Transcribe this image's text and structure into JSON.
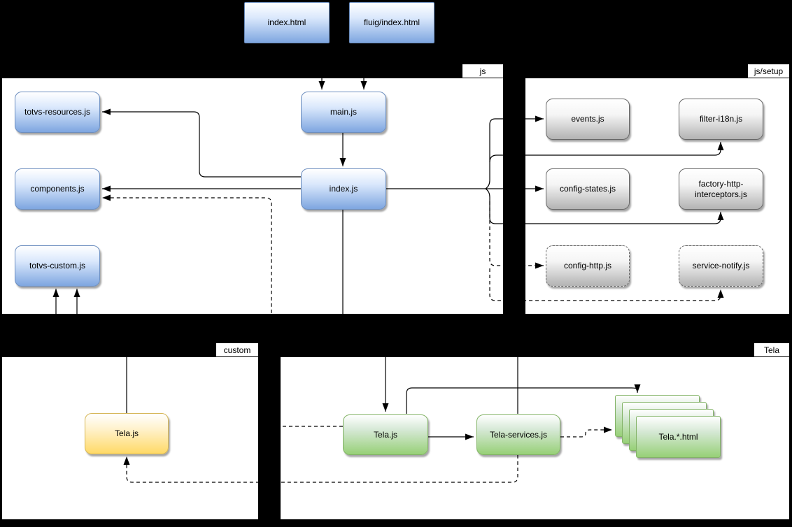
{
  "panels": {
    "js": {
      "label": "js"
    },
    "js_setup": {
      "label": "js/setup"
    },
    "custom": {
      "label": "custom"
    },
    "tela": {
      "label": "Tela"
    }
  },
  "nodes": {
    "index_html": {
      "label": "index.html"
    },
    "fluig_index_html": {
      "label": "fluig/index.html"
    },
    "main_js": {
      "label": "main.js"
    },
    "index_js": {
      "label": "index.js"
    },
    "totvs_resources_js": {
      "label": "totvs-resources.js"
    },
    "components_js": {
      "label": "components.js"
    },
    "totvs_custom_js": {
      "label": "totvs-custom.js"
    },
    "events_js": {
      "label": "events.js"
    },
    "filter_i18n_js": {
      "label": "filter-i18n.js"
    },
    "config_states_js": {
      "label": "config-states.js"
    },
    "factory_http_interceptors_js": {
      "label": "factory-http-interceptors.js"
    },
    "config_http_js": {
      "label": "config-http.js"
    },
    "service_notify_js": {
      "label": "service-notify.js"
    },
    "tela_js_custom": {
      "label": "Tela.js"
    },
    "tela_js": {
      "label": "Tela.js"
    },
    "tela_services_js": {
      "label": "Tela-services.js"
    },
    "tela_html": {
      "label": "Tela.*.html"
    }
  },
  "palette": {
    "blue": {
      "fill": "#dae8fc",
      "gradient": "#7ea6e0",
      "stroke": "#6c8ebf"
    },
    "gray": {
      "fill": "#f5f5f5",
      "gradient": "#b3b3b3",
      "stroke": "#666666"
    },
    "yellow": {
      "fill": "#fff2cc",
      "gradient": "#ffd966",
      "stroke": "#d6b656"
    },
    "green": {
      "fill": "#d5e8d4",
      "gradient": "#97d077",
      "stroke": "#82b366"
    }
  },
  "colors": {
    "background": "#000000",
    "panel": "#ffffff",
    "connector": "#000000"
  }
}
